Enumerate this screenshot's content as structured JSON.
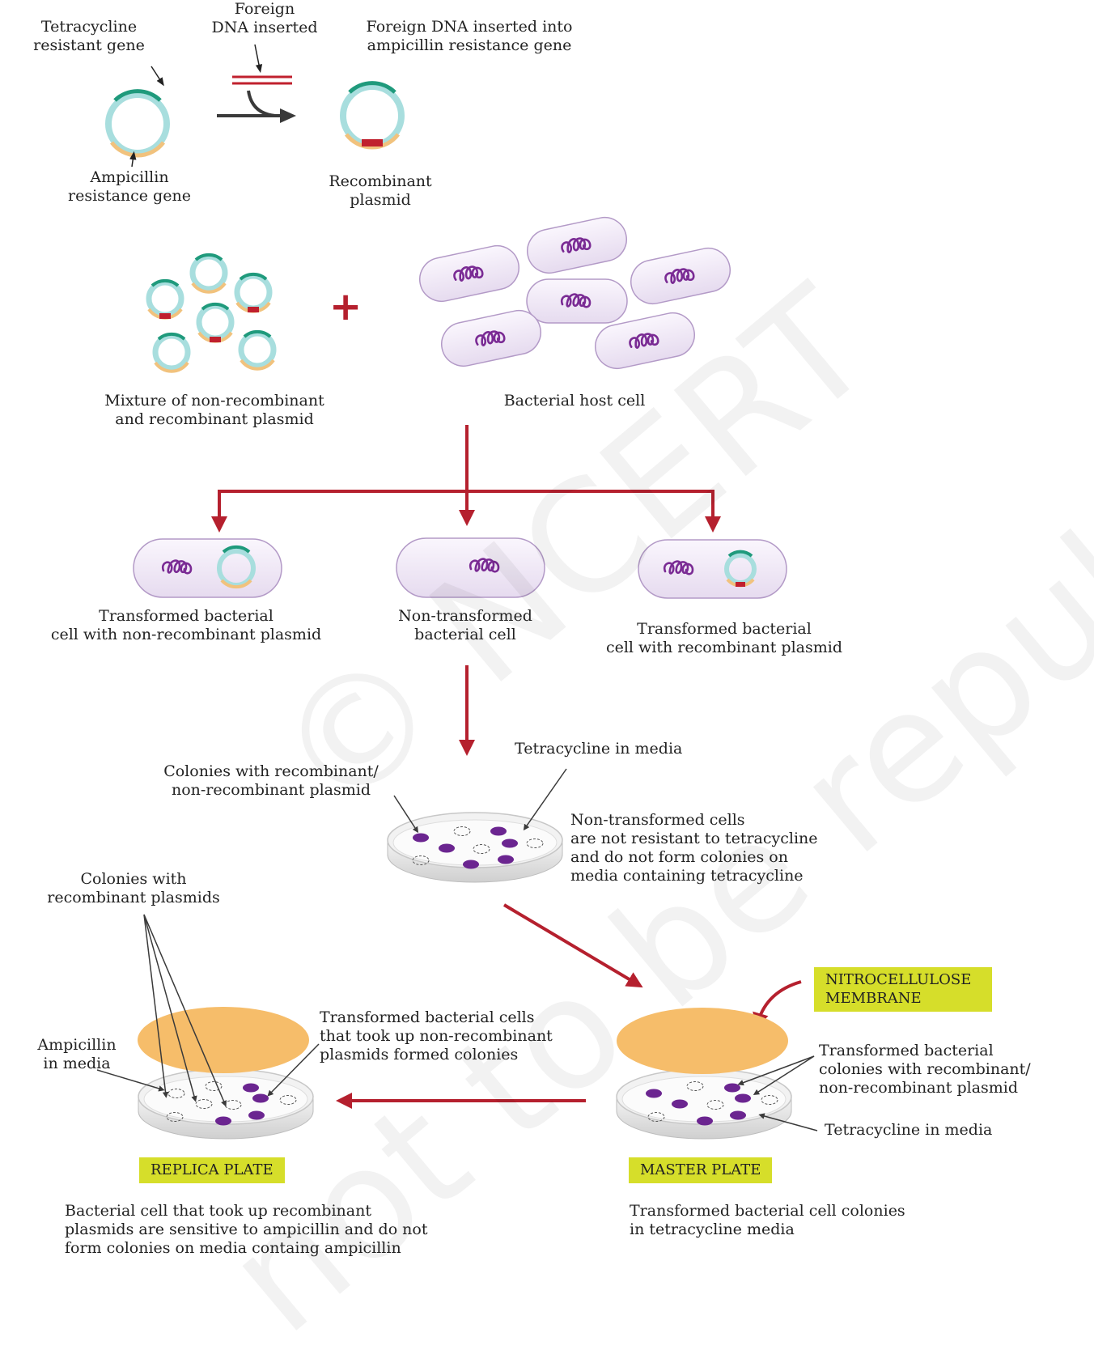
{
  "labels": {
    "tetracycline_gene": "Tetracycline\nresistant gene",
    "foreign_dna": "Foreign\nDNA inserted",
    "foreign_into_amp": "Foreign DNA inserted into\nampicillin resistance gene",
    "ampicillin_gene": "Ampicillin\nresistance gene",
    "recombinant_plasmid": "Recombinant\nplasmid",
    "mixture": "Mixture of non-recombinant\nand recombinant plasmid",
    "host_cell": "Bacterial host cell",
    "transformed_nonrecomb": "Transformed bacterial\ncell with non-recombinant plasmid",
    "non_transformed": "Non-transformed\nbacterial cell",
    "transformed_recomb": "Transformed bacterial\ncell with recombinant plasmid",
    "tetracycline_media_top": "Tetracycline in media",
    "colonies_mixed": "Colonies with recombinant/\nnon-recombinant plasmid",
    "non_transformed_note": "Non-transformed cells\nare not resistant to tetracycline\nand do not form colonies on\nmedia containing tetracycline",
    "colonies_recomb": "Colonies with\nrecombinant plasmids",
    "ampicillin_media": "Ampicillin\nin media",
    "took_nonrecomb": "Transformed bacterial cells\nthat took up non-recombinant\nplasmids formed colonies",
    "membrane": "NITROCELLULOSE\nMEMBRANE",
    "master_colonies": "Transformed bacterial\ncolonies with recombinant/\nnon-recombinant plasmid",
    "tetracycline_media_master": "Tetracycline in media",
    "replica_plate": "REPLICA PLATE",
    "master_plate": "MASTER PLATE",
    "replica_caption": "Bacterial cell that took up recombinant\nplasmids are sensitive to ampicillin and do not\nform colonies on media containg ampicillin",
    "master_caption": "Transformed bacterial cell colonies\nin tetracycline media"
  },
  "watermark": {
    "line1": "© NCERT",
    "line2": "not to be republished"
  },
  "colors": {
    "arrow_red": "#b5202e",
    "plasmid_ring": "#a8dede",
    "tet_gene": "#1f9a7c",
    "amp_gene": "#f1c27d",
    "insert": "#c0202e",
    "cell_fill": "#ece3f3",
    "cell_border": "#b39ac7",
    "dna": "#7a2b94",
    "colony": "#6b2590",
    "membrane": "#f6bd6a",
    "tag_bg": "#d6de2a"
  }
}
